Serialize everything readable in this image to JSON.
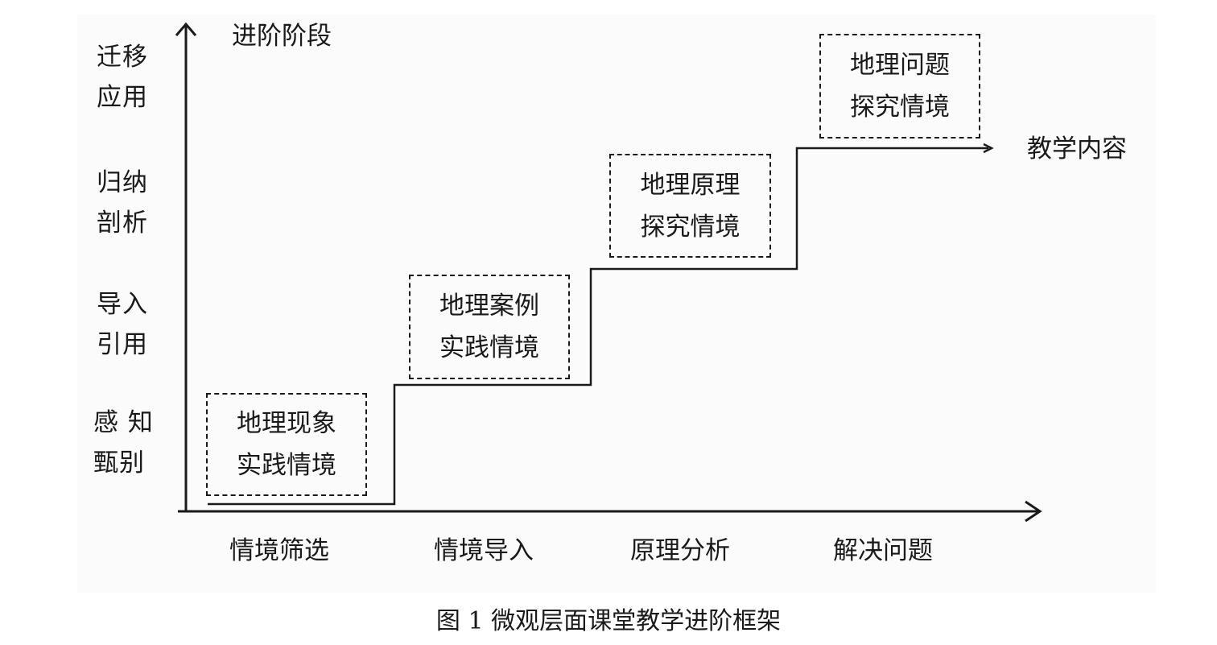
{
  "y_axis": {
    "title": "进阶阶段",
    "levels": [
      {
        "line1": "迁移",
        "line2": "应用"
      },
      {
        "line1": "归纳",
        "line2": "剖析"
      },
      {
        "line1": "导入",
        "line2": "引用"
      },
      {
        "line1": "感 知",
        "line2": "甄别"
      }
    ]
  },
  "x_axis": {
    "title": "教学内容",
    "stages": [
      "情境筛选",
      "情境导入",
      "原理分析",
      "解决问题"
    ]
  },
  "steps": [
    {
      "line1": "地理现象",
      "line2": "实践情境"
    },
    {
      "line1": "地理案例",
      "line2": "实践情境"
    },
    {
      "line1": "地理原理",
      "line2": "探究情境"
    },
    {
      "line1": "地理问题",
      "line2": "探究情境"
    }
  ],
  "caption": "图 1  微观层面课堂教学进阶框架"
}
